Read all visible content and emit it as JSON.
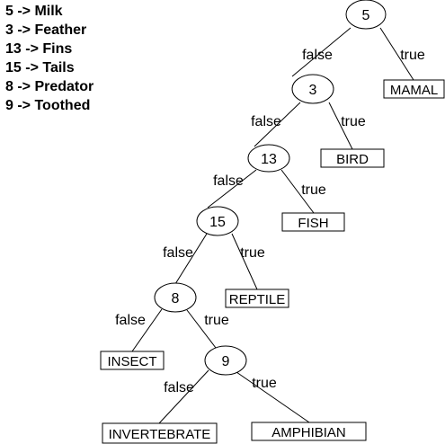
{
  "legend": [
    {
      "text": "5 -> Milk"
    },
    {
      "text": "3 -> Feather"
    },
    {
      "text": "13 -> Fins"
    },
    {
      "text": "15 -> Tails"
    },
    {
      "text": "8 -> Predator"
    },
    {
      "text": "9 -> Toothed"
    }
  ],
  "nodes": [
    {
      "id": "n5",
      "label": "5"
    },
    {
      "id": "n3",
      "label": "3"
    },
    {
      "id": "n13",
      "label": "13"
    },
    {
      "id": "n15",
      "label": "15"
    },
    {
      "id": "n8",
      "label": "8"
    },
    {
      "id": "n9",
      "label": "9"
    }
  ],
  "leaves": [
    {
      "id": "mamal",
      "label": "MAMAL"
    },
    {
      "id": "bird",
      "label": "BIRD"
    },
    {
      "id": "fish",
      "label": "FISH"
    },
    {
      "id": "reptile",
      "label": "REPTILE"
    },
    {
      "id": "insect",
      "label": "INSECT"
    },
    {
      "id": "invertebrate",
      "label": "INVERTEBRATE"
    },
    {
      "id": "amphibian",
      "label": "AMPHIBIAN"
    }
  ],
  "edges": [
    {
      "from": "n5",
      "to": "n3",
      "label": "false"
    },
    {
      "from": "n5",
      "to": "mamal",
      "label": "true"
    },
    {
      "from": "n3",
      "to": "n13",
      "label": "false"
    },
    {
      "from": "n3",
      "to": "bird",
      "label": "true"
    },
    {
      "from": "n13",
      "to": "n15",
      "label": "false"
    },
    {
      "from": "n13",
      "to": "fish",
      "label": "true"
    },
    {
      "from": "n15",
      "to": "n8",
      "label": "false"
    },
    {
      "from": "n15",
      "to": "reptile",
      "label": "true"
    },
    {
      "from": "n8",
      "to": "insect",
      "label": "false"
    },
    {
      "from": "n8",
      "to": "n9",
      "label": "true"
    },
    {
      "from": "n9",
      "to": "invertebrate",
      "label": "false"
    },
    {
      "from": "n9",
      "to": "amphibian",
      "label": "true"
    }
  ]
}
